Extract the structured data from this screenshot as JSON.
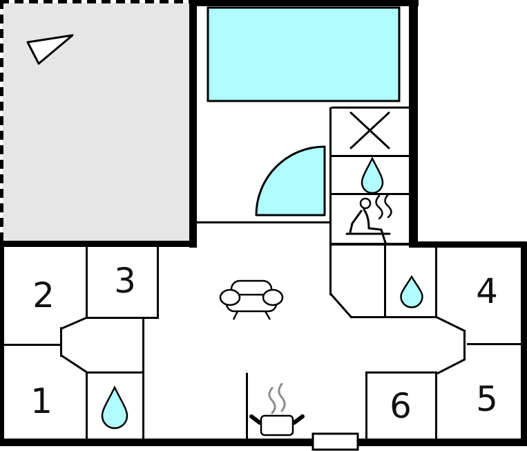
{
  "plan": {
    "rooms": [
      {
        "number": "1"
      },
      {
        "number": "2"
      },
      {
        "number": "3"
      },
      {
        "number": "4"
      },
      {
        "number": "5"
      },
      {
        "number": "6"
      }
    ],
    "colors": {
      "water": "#b0fcff",
      "terrace": "#e6e6e6",
      "wall": "#000000",
      "steam": "#8c8c8c"
    },
    "icons": {
      "north_arrow": "north-arrow",
      "pool": "swimming-pool",
      "door": "door-swing",
      "cross": "cross-window",
      "water_drop": "water-drop",
      "sauna": "sauna-person-with-steam",
      "sofa": "sofa",
      "stove": "stove-pot-with-steam",
      "entrance": "entrance-step"
    }
  }
}
